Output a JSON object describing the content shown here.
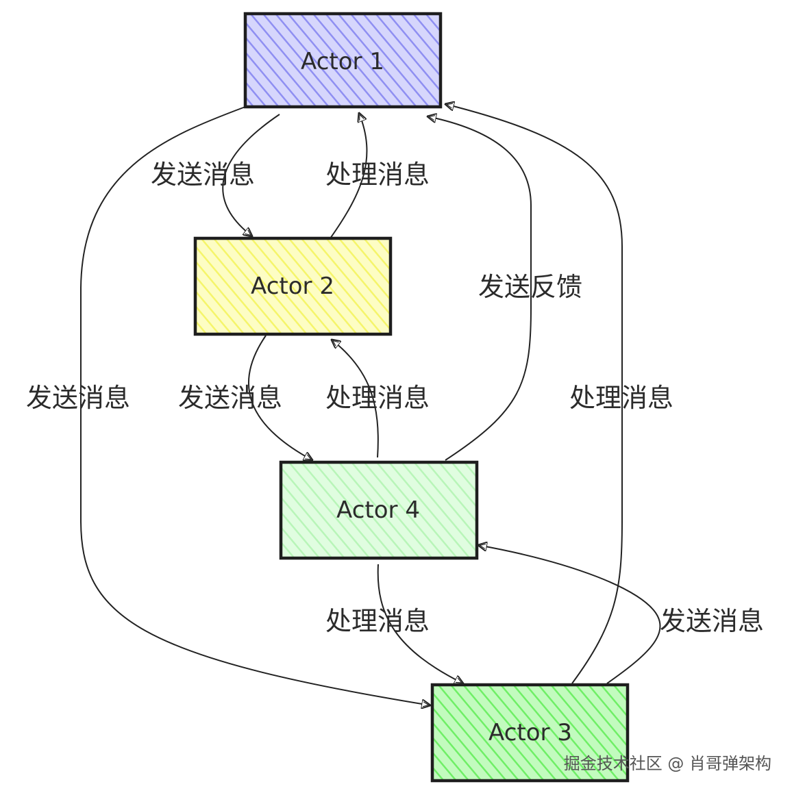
{
  "nodes": {
    "actor1": {
      "label": "Actor 1",
      "color": "#b4b4f9"
    },
    "actor2": {
      "label": "Actor 2",
      "color": "#fbfb94"
    },
    "actor4": {
      "label": "Actor 4",
      "color": "#cdfbcd"
    },
    "actor3": {
      "label": "Actor 3",
      "color": "#9cf896"
    }
  },
  "edges": {
    "e1_2": "发送消息",
    "e2_1": "处理消息",
    "e1_3": "发送消息",
    "e4_1": "发送反馈",
    "e3_1": "处理消息",
    "e2_4": "发送消息",
    "e4_2": "处理消息",
    "e4_3": "处理消息",
    "e3_4": "发送消息"
  },
  "watermark": "掘金技术社区 @ 肖哥弹架构"
}
